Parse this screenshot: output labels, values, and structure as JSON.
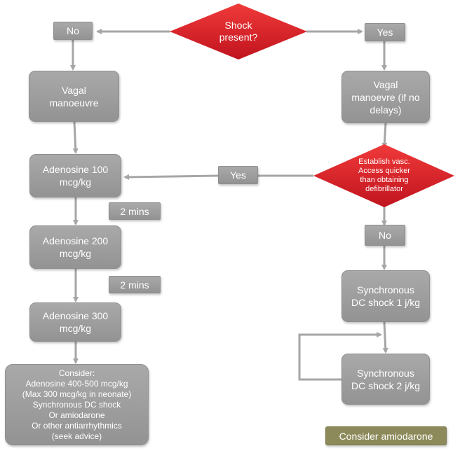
{
  "decision_shock": "Shock\npresent?",
  "label_no_top": "No",
  "label_yes_top": "Yes",
  "left_column": {
    "vagal": "Vagal\nmanoeuvre",
    "adenosine_100": "Adenosine 100\nmcg/kg",
    "interval_1": "2 mins",
    "adenosine_200": "Adenosine 200\nmcg/kg",
    "interval_2": "2 mins",
    "adenosine_300": "Adenosine 300\nmcg/kg",
    "consider": "Consider:\nAdenosine 400-500  mcg/kg\n(Max 300  mcg/kg in neonate)\nSynchronous DC shock\nOr amiodarone\nOr other antiarrhythmics\n(seek advice)"
  },
  "right_column": {
    "vagal": "Vagal\nmanoevre (if no\ndelays)",
    "decision_access": "Establish vasc.\nAccess quicker\nthan obtaining\ndefibrillator",
    "label_yes_mid": "Yes",
    "label_no_mid": "No",
    "shock_1": "Synchronous\nDC shock 1 j/kg",
    "shock_2": "Synchronous\nDC shock 2 j/kg",
    "consider_amiodarone": "Consider amiodarone"
  },
  "colors": {
    "box_fill": "#a0a0a0",
    "decision_fill": "#d42030",
    "arrow": "#a6a6a6",
    "amiodarone_fill": "#8c8a5a"
  }
}
